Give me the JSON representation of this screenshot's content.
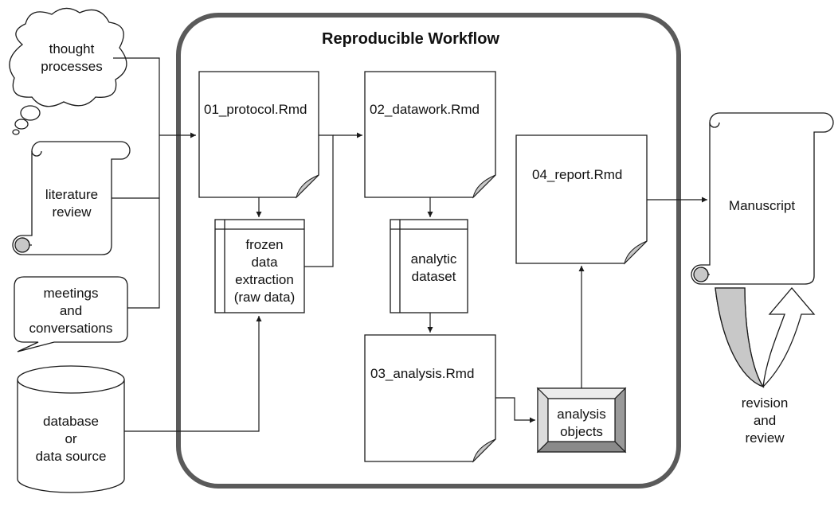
{
  "title": "Reproducible Workflow",
  "inputs": {
    "thought": "thought\nprocesses",
    "literature": "literature\nreview",
    "meetings": "meetings\nand\nconversations",
    "database": "database\nor\ndata source"
  },
  "docs": {
    "protocol": "01_protocol.Rmd",
    "datawork": "02_datawork.Rmd",
    "analysis": "03_analysis.Rmd",
    "report": "04_report.Rmd"
  },
  "data_stores": {
    "frozen": "frozen\ndata\nextraction\n(raw data)",
    "analytic": "analytic\ndataset"
  },
  "analysis_objects": "analysis\nobjects",
  "manuscript": "Manuscript",
  "revision": "revision\nand\nreview",
  "colors": {
    "stroke": "#1a1a1a",
    "frame": "#5a5a5a",
    "shade": "#c8c8c8"
  }
}
